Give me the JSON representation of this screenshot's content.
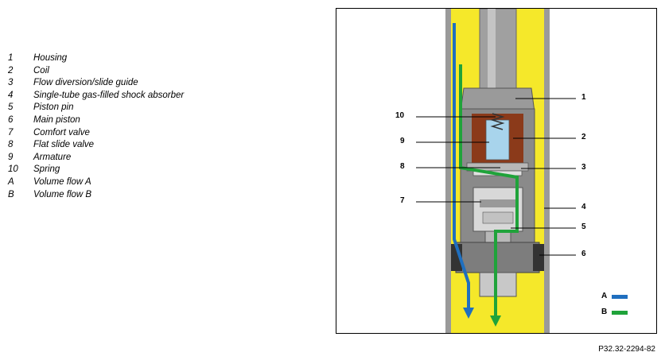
{
  "legend": [
    {
      "key": "1",
      "text": "Housing"
    },
    {
      "key": "2",
      "text": "Coil"
    },
    {
      "key": "3",
      "text": "Flow diversion/slide guide"
    },
    {
      "key": "4",
      "text": "Single-tube gas-filled shock absorber"
    },
    {
      "key": "5",
      "text": "Piston pin"
    },
    {
      "key": "6",
      "text": "Main piston"
    },
    {
      "key": "7",
      "text": "Comfort valve"
    },
    {
      "key": "8",
      "text": "Flat slide valve"
    },
    {
      "key": "9",
      "text": "Armature"
    },
    {
      "key": "10",
      "text": "Spring"
    },
    {
      "key": "A",
      "text": "Volume flow A"
    },
    {
      "key": "B",
      "text": "Volume flow B"
    }
  ],
  "callouts": {
    "c1": "1",
    "c2": "2",
    "c3": "3",
    "c4": "4",
    "c5": "5",
    "c6": "6",
    "c7": "7",
    "c8": "8",
    "c9": "9",
    "c10": "10"
  },
  "flows": {
    "a_label": "A",
    "a_color": "#1f6fbf",
    "b_label": "B",
    "b_color": "#1fa33a"
  },
  "colors": {
    "oil": "#f5e82a",
    "tube": "#9a9a9a",
    "coil": "#8b3a1a",
    "armature": "#a8d4ec"
  },
  "reference": "P32.32-2294-82"
}
